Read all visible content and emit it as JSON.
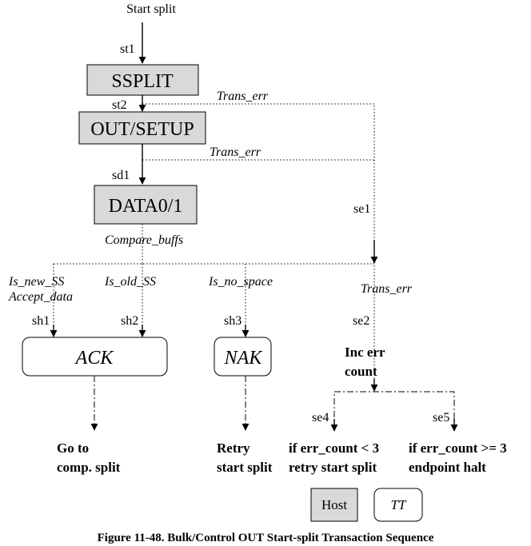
{
  "diagram": {
    "entry_label": "Start split",
    "states": {
      "ssplit": "SSPLIT",
      "out_setup": "OUT/SETUP",
      "data": "DATA0/1",
      "ack": "ACK",
      "nak": "NAK"
    },
    "points": {
      "st1": "st1",
      "st2": "st2",
      "sd1": "sd1",
      "sh1": "sh1",
      "sh2": "sh2",
      "sh3": "sh3",
      "se1": "se1",
      "se2": "se2",
      "se4": "se4",
      "se5": "se5"
    },
    "conditions": {
      "trans_err_1": "Trans_err",
      "trans_err_2": "Trans_err",
      "trans_err_3": "Trans_err",
      "compare_buffs": "Compare_buffs",
      "is_new_ss": "Is_new_SS",
      "accept_data": "Accept_data",
      "is_old_ss": "Is_old_SS",
      "is_no_space": "Is_no_space"
    },
    "actions": {
      "inc_err_1": "Inc err",
      "inc_err_2": "count",
      "go_to_1": "Go to",
      "go_to_2": "comp. split",
      "retry_1": "Retry",
      "retry_2": "start split",
      "lt3_1": "if err_count < 3",
      "lt3_2": "retry start split",
      "ge3_1": "if err_count >= 3",
      "ge3_2": "endpoint halt"
    },
    "legend": {
      "host": "Host",
      "tt": "TT"
    },
    "caption": "Figure 11-48.  Bulk/Control OUT Start-split Transaction Sequence"
  },
  "colors": {
    "host_fill": "#d9d9d9",
    "tt_fill": "#ffffff",
    "line": "#000000"
  }
}
